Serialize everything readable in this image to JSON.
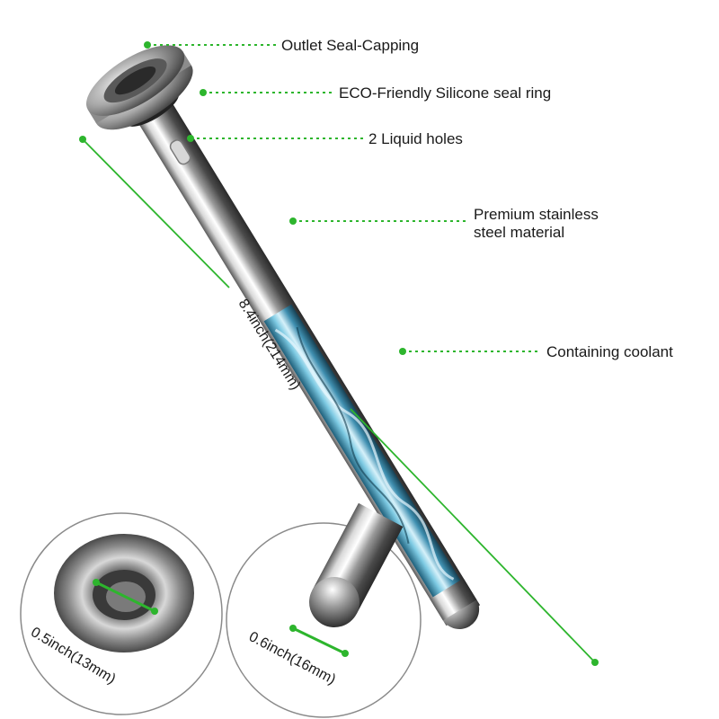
{
  "callouts": {
    "outlet": "Outlet Seal-Capping",
    "seal_ring": "ECO-Friendly Silicone seal ring",
    "holes": "2 Liquid holes",
    "material_line1": "Premium stainless",
    "material_line2": "steel material",
    "coolant": "Containing coolant"
  },
  "dimensions": {
    "length": "8.4inch(214mm)",
    "cap_diameter": "0.5inch(13mm)",
    "tube_diameter": "0.6inch(16mm)"
  },
  "colors": {
    "leader_green": "#2db52d",
    "coolant_blue": "#4aa3c4"
  }
}
